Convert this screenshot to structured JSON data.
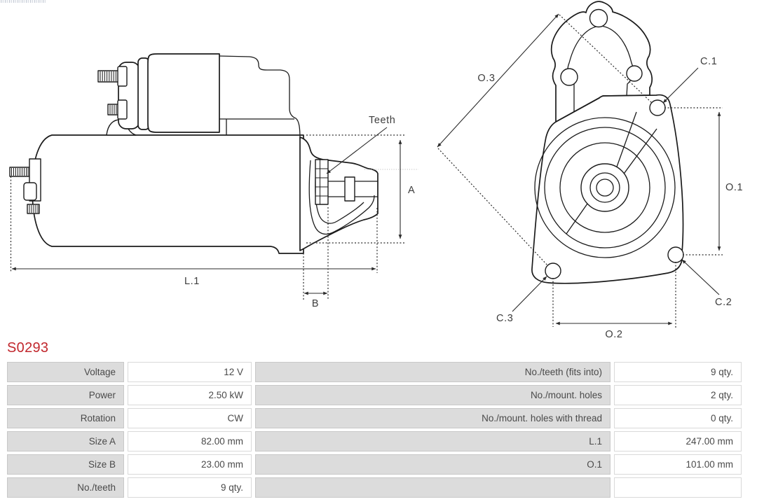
{
  "part_number": "S0293",
  "colors": {
    "part_number_red": "#c1272d",
    "drawing_line": "#1b1b1b",
    "table_label_bg": "#dcdcdc",
    "table_border": "#c9c9c9",
    "table_text": "#4a4a4a"
  },
  "drawing": {
    "side_view_labels": {
      "teeth": "Teeth",
      "size_a": "A",
      "length_l1": "L.1",
      "size_b": "B"
    },
    "front_view_labels": {
      "o3": "O.3",
      "c1": "C.1",
      "o1": "O.1",
      "c2": "C.2",
      "c3": "C.3",
      "o2": "O.2"
    }
  },
  "table": {
    "rows": [
      {
        "label_left": "Voltage",
        "value_left": "12 V",
        "label_right": "No./teeth (fits into)",
        "value_right": "9 qty."
      },
      {
        "label_left": "Power",
        "value_left": "2.50 kW",
        "label_right": "No./mount. holes",
        "value_right": "2 qty."
      },
      {
        "label_left": "Rotation",
        "value_left": "CW",
        "label_right": "No./mount. holes with thread",
        "value_right": "0 qty."
      },
      {
        "label_left": "Size A",
        "value_left": "82.00 mm",
        "label_right": "L.1",
        "value_right": "247.00 mm"
      },
      {
        "label_left": "Size B",
        "value_left": "23.00 mm",
        "label_right": "O.1",
        "value_right": "101.00 mm"
      },
      {
        "label_left": "No./teeth",
        "value_left": "9 qty.",
        "label_right": "",
        "value_right": ""
      }
    ]
  }
}
